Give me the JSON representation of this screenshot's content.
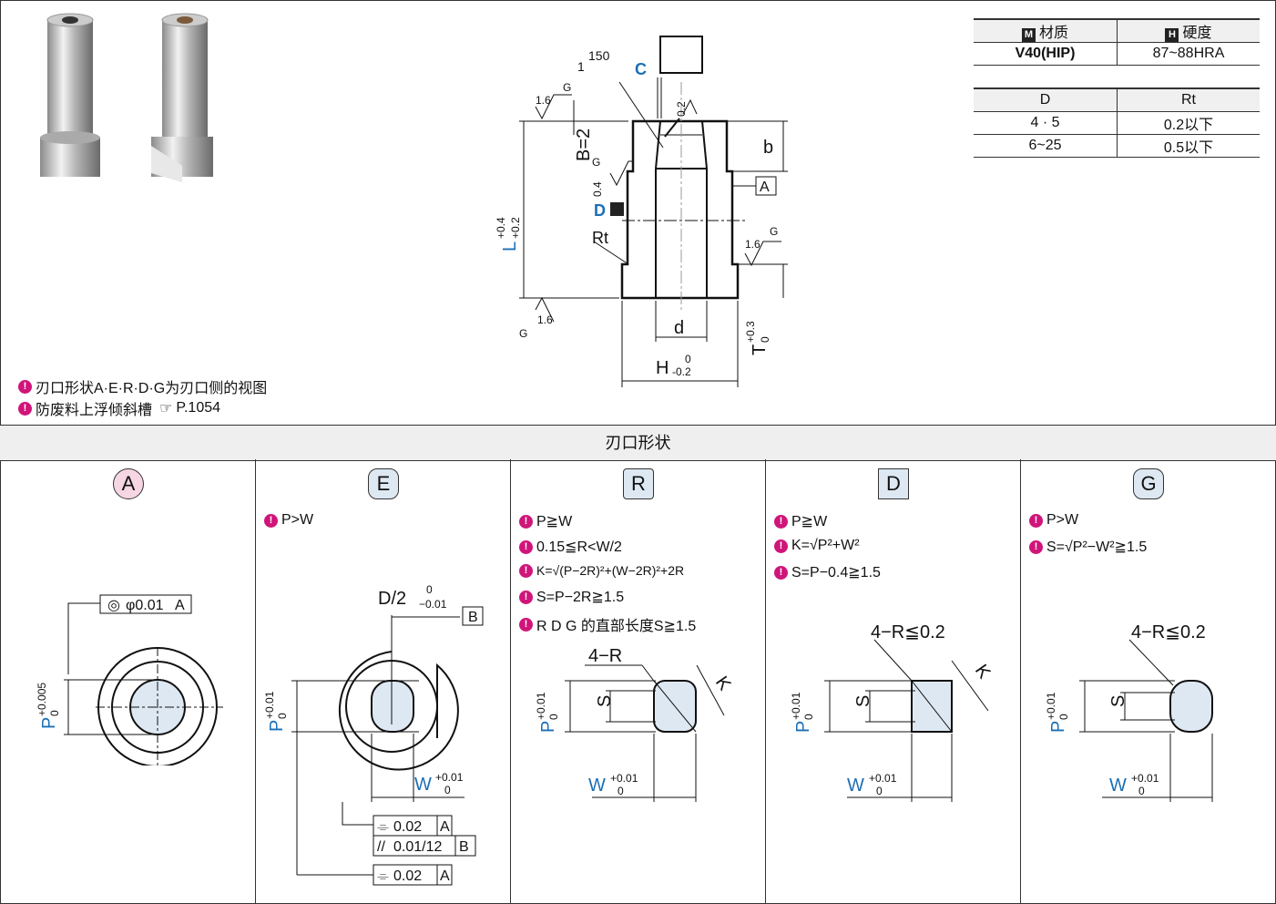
{
  "notes": [
    "刃口形状A·E·R·D·G为刃口侧的视图",
    "防废料上浮倾斜槽",
    "P.1054"
  ],
  "spec_table": {
    "material_header": "材质",
    "hardness_header": "硬度",
    "material": "V40(HIP)",
    "hardness": "87~88HRA",
    "d_header": "D",
    "rt_header": "Rt",
    "rows": [
      {
        "d": "4 · 5",
        "rt": "0.2以下"
      },
      {
        "d": "6~25",
        "rt": "0.5以下"
      }
    ]
  },
  "drawing": {
    "C": "C",
    "D": "D",
    "Rt": "Rt",
    "b": "b",
    "d": "d",
    "A": "A",
    "B": "B=2",
    "L": "L",
    "L_tol_up": "+0.4",
    "L_tol_dn": "+0.2",
    "T": "T",
    "T_tol_up": "+0.3",
    "T_tol_dn": "0",
    "H": "H",
    "H_tol_up": "0",
    "H_tol_dn": "-0.2",
    "r150": "150",
    "r1": "1",
    "g": "G",
    "s16": "1.6",
    "s02": "0.2",
    "s04": "0.4"
  },
  "section_title": "刃口形状",
  "shapes": [
    {
      "letter": "A",
      "color": "#f6d6e2",
      "radius": "50%",
      "notes": [],
      "labels": {
        "tol": "φ0.01",
        "ref": "A",
        "P": "P",
        "P_up": "+0.005",
        "P_dn": "0"
      }
    },
    {
      "letter": "E",
      "color": "#dde8f2",
      "radius": "10px",
      "notes": [
        "P>W"
      ],
      "labels": {
        "D2": "D/2",
        "D2_up": "0",
        "D2_dn": "−0.01",
        "ref": "B",
        "P": "P",
        "P_up": "+0.01",
        "P_dn": "0",
        "W": "W",
        "W_up": "+0.01",
        "W_dn": "0",
        "t1": "0.02",
        "t1r": "A",
        "t2": "0.01/12",
        "t2r": "B",
        "t3": "0.02",
        "t3r": "A"
      }
    },
    {
      "letter": "R",
      "color": "#dde8f2",
      "radius": "4px",
      "notes": [
        "P≧W",
        "0.15≦R<W/2",
        "K=√(P−2R)²+(W−2R)²+2R",
        "S=P−2R≧1.5",
        "R D G 的直部长度S≧1.5"
      ],
      "labels": {
        "R": "4−R",
        "K": "K",
        "S": "S",
        "P": "P",
        "P_up": "+0.01",
        "P_dn": "0",
        "W": "W",
        "W_up": "+0.01",
        "W_dn": "0"
      }
    },
    {
      "letter": "D",
      "color": "#dde8f2",
      "radius": "0",
      "notes": [
        "P≧W",
        "K=√P²+W²",
        "S=P−0.4≧1.5"
      ],
      "labels": {
        "R": "4−R≦0.2",
        "K": "K",
        "S": "S",
        "P": "P",
        "P_up": "+0.01",
        "P_dn": "0",
        "W": "W",
        "W_up": "+0.01",
        "W_dn": "0"
      }
    },
    {
      "letter": "G",
      "color": "#dde8f2",
      "radius": "10px",
      "notes": [
        "P>W",
        "S=√P²−W²≧1.5"
      ],
      "labels": {
        "R": "4−R≦0.2",
        "S": "S",
        "P": "P",
        "P_up": "+0.01",
        "P_dn": "0",
        "W": "W",
        "W_up": "+0.01",
        "W_dn": "0"
      }
    }
  ]
}
